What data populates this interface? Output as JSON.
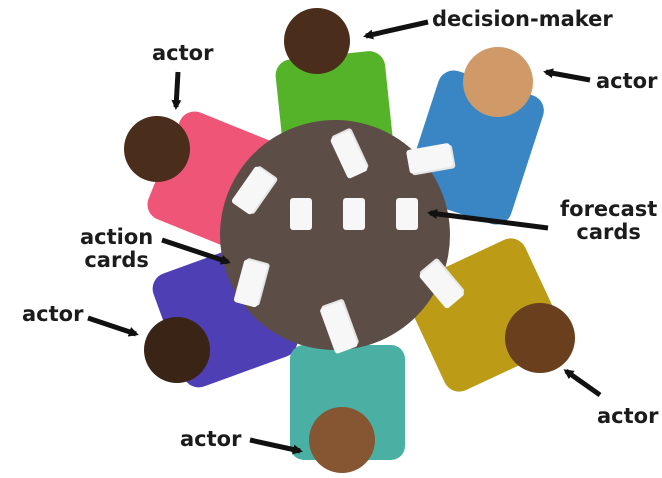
{
  "labels": {
    "decision_maker": "decision-maker",
    "actor": "actor",
    "forecast_cards_line1": "forecast",
    "forecast_cards_line2": "cards",
    "action_cards_line1": "action",
    "action_cards_line2": "cards"
  },
  "colors": {
    "table": "#5c4d47",
    "card": "#f7f7f7",
    "arrow": "#111111",
    "seat_green": "#55b32a",
    "seat_blue": "#3a86c4",
    "seat_pink": "#ee5577",
    "seat_purple": "#4f3fb5",
    "seat_teal": "#4bb0a4",
    "seat_olive": "#bc9c16",
    "head_dark_brown": "#4a2d1a",
    "head_brown": "#6a3f1d",
    "head_tan": "#cf9a68",
    "head_mid_brown": "#865532"
  }
}
